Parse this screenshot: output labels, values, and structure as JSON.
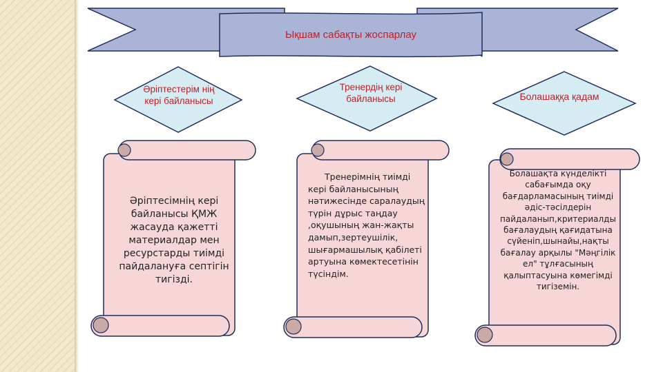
{
  "title": "Ықшам сабақты жоспарлау",
  "diamonds": [
    {
      "label": "Әріптестерім нің кері байланысы"
    },
    {
      "label": "Тренердің кері байланысы"
    },
    {
      "label": "Болашаққа қадам"
    }
  ],
  "scrolls": [
    {
      "text": "Әріптесімнің кері байланысы ҚМЖ жасауда қажетті материалдар мен ресурстарды тиімді пайдалануға септігін тигізді."
    },
    {
      "text": "Тренерімнің тиімді кері байланысының нәтижесінде саралаудың түрін дұрыс таңдау ,оқушының жан-жақты дамып,зертеушілік, шығармашылық қабілеті артуына көмектесетінін түсіндім."
    },
    {
      "text": "Болашақта күнделікті сабағымда оқу бағдарламасының тиімді әдіс-тәсілдерін пайдаланып,критериалды бағалаудың қағидатына сүйеніп,шынайы,нақты бағалау арқылы \"Мәңгілік ел\" тұлғасының қалыптасуына көмегімді тигіземін."
    }
  ],
  "colors": {
    "ribbon": "#a9b4d6",
    "diamond": "#d6ecf3",
    "scroll": "#f6d6d6",
    "scroll_curl": "#c9aaa6",
    "outline": "#1f2d5a",
    "accent_text": "#c0202a"
  }
}
